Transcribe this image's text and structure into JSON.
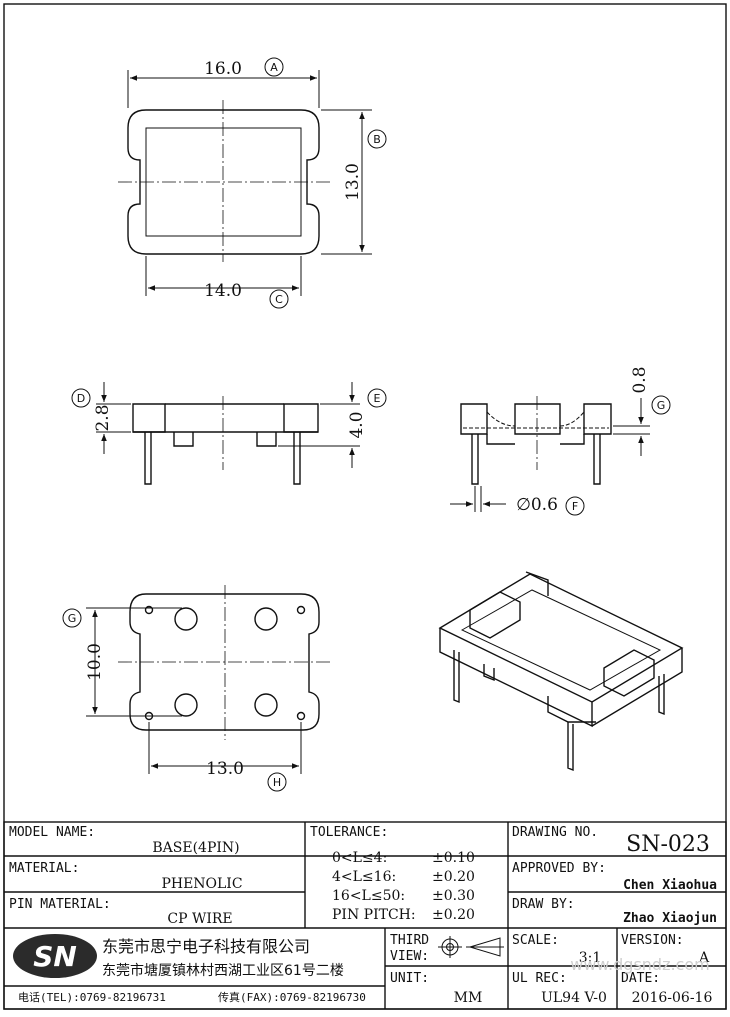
{
  "dimensions": {
    "top_width": "16.0",
    "top_height": "13.0",
    "top_inner": "14.0",
    "side_left": "2.8",
    "side_right": "4.0",
    "end_top": "0.8",
    "pin_dia": "∅0.6",
    "bottom_height": "10.0",
    "bottom_width": "13.0"
  },
  "labels": {
    "a": "A",
    "b": "B",
    "c": "C",
    "d": "D",
    "e": "E",
    "f": "F",
    "g1": "G",
    "g2": "G",
    "h": "H"
  },
  "title_block": {
    "model_name_label": "MODEL NAME:",
    "model_name_value": "BASE(4PIN)",
    "material_label": "MATERIAL:",
    "material_value": "PHENOLIC",
    "pin_material_label": "PIN MATERIAL:",
    "pin_material_value": "CP WIRE",
    "tolerance_label": "TOLERANCE:",
    "tol_rows": [
      {
        "range": "0<L≤4:",
        "value": "±0.10"
      },
      {
        "range": "4<L≤16:",
        "value": "±0.20"
      },
      {
        "range": "16<L≤50:",
        "value": "±0.30"
      },
      {
        "range": "PIN PITCH:",
        "value": "±0.20"
      }
    ],
    "drawing_no_label": "DRAWING NO.",
    "drawing_no_value": "SN-023",
    "approved_label": "APPROVED BY:",
    "approved_value": "Chen Xiaohua",
    "draw_label": "DRAW BY:",
    "draw_value": "Zhao Xiaojun",
    "logo": "SN",
    "company_name": "东莞市思宁电子科技有限公司",
    "company_address": "东莞市塘厦镇林村西湖工业区61号二楼",
    "tel": "电话(TEL):0769-82196731",
    "fax": "传真(FAX):0769-82196730",
    "third_view_1": "THIRD",
    "third_view_2": "VIEW:",
    "unit_label": "UNIT:",
    "unit_value": "MM",
    "scale_label": "SCALE:",
    "scale_value": "3:1",
    "version_label": "VERSION:",
    "version_value": "A",
    "ul_label": "UL REC:",
    "ul_value": "UL94 V-0",
    "date_label": "DATE:",
    "date_value": "2016-06-16",
    "watermark": "www.dgsndz.com"
  }
}
